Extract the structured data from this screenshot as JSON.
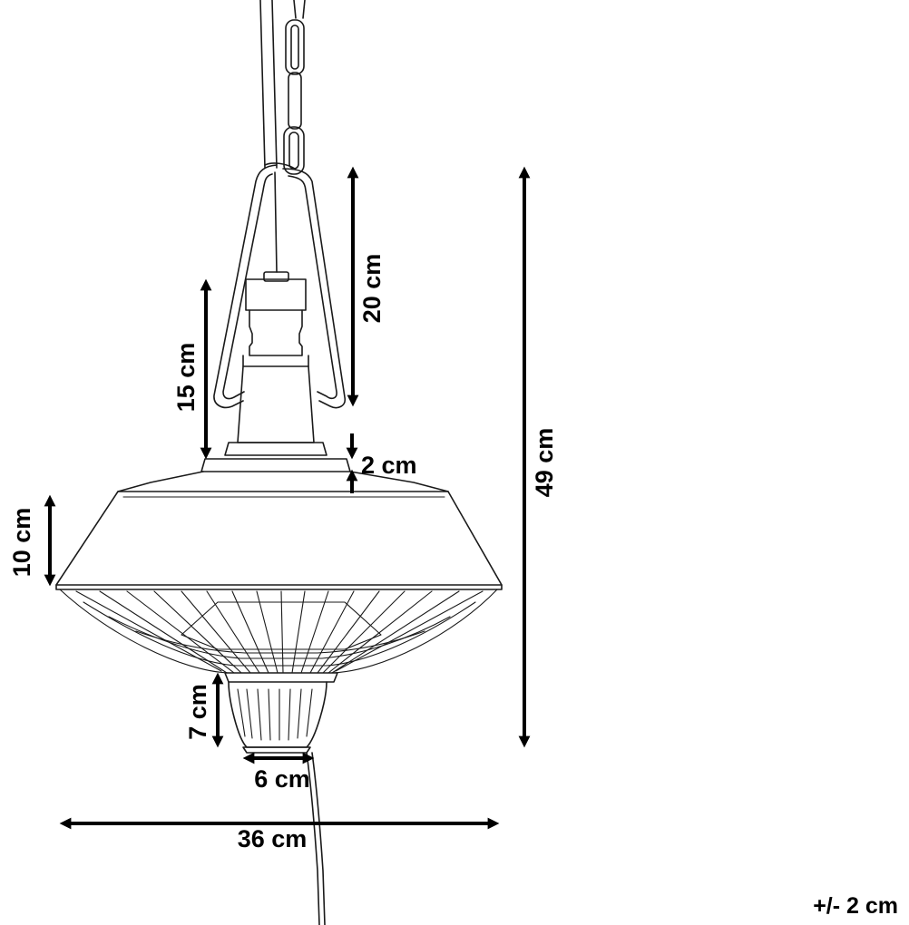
{
  "colors": {
    "ink": "#000000",
    "line_art": "#1a1a1a",
    "background": "#ffffff"
  },
  "dimensions": {
    "total_height": "49 cm",
    "bracket_height": "20 cm",
    "neck_height": "15 cm",
    "collar_height": "2 cm",
    "shade_height": "10 cm",
    "bottom_cap_height": "7 cm",
    "bottom_cap_width": "6 cm",
    "shade_width": "36 cm"
  },
  "tolerance": "+/- 2 cm"
}
